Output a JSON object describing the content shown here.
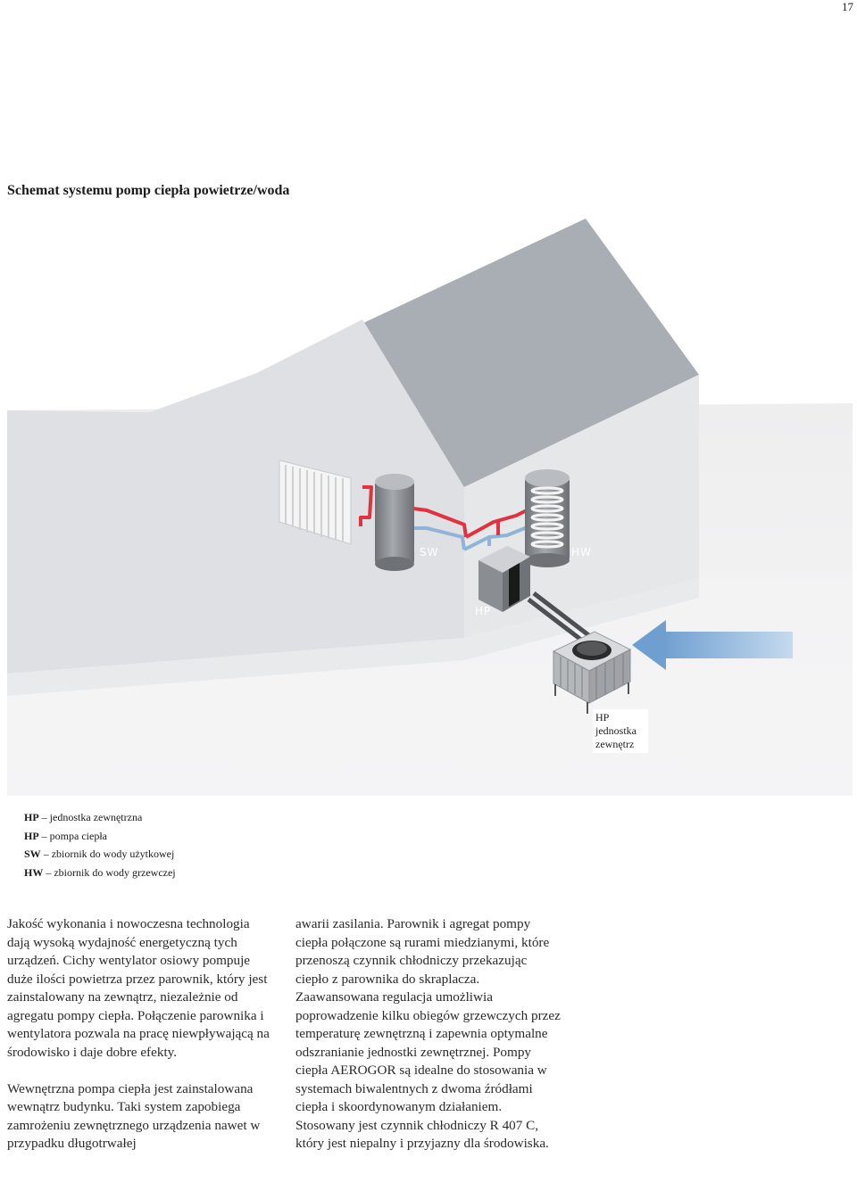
{
  "page_number": "17",
  "heading": "Schemat systemu pomp ciepła powietrze/woda",
  "figure": {
    "label_sw": "SW",
    "label_hw": "HW",
    "label_hp": "HP",
    "callout_line1": "HP",
    "callout_line2": "jednostka",
    "callout_line3": "zewnętrz",
    "colors": {
      "roof": "#a7acb2",
      "wall": "#e2e3e5",
      "ground": "#f0f0f1",
      "hot_pipe": "#e0323f",
      "cold_pipe": "#8fb4d8",
      "arrow": "#8fb4dc",
      "tank": "#8c8f93"
    }
  },
  "legend": [
    {
      "abbr": "HP",
      "text": "– jednostka zewnętrzna"
    },
    {
      "abbr": "HP",
      "text": "– pompa ciepła"
    },
    {
      "abbr": "SW",
      "text": "– zbiornik do wody użytkowej"
    },
    {
      "abbr": "HW",
      "text": "– zbiornik do wody grzewczej"
    }
  ],
  "body": {
    "left_p1": "Jakość wykonania i nowoczesna technologia dają wysoką wydajność energetyczną tych urządzeń. Cichy wentylator osiowy pompuje duże ilości powietrza przez parownik, który jest zainstalowany na zewnątrz, niezależnie od agregatu pompy ciepła. Połączenie parownika i wentylatora pozwala na pracę niewpływającą na środowisko i daje dobre efekty.",
    "left_p2": "Wewnętrzna pompa ciepła jest zainstalowana wewnątrz budynku. Taki system zapobiega zamrożeniu zewnętrznego urządzenia nawet w przypadku długotrwałej",
    "right_p1": "awarii zasilania. Parownik i agregat pompy ciepła połączone są rurami miedzianymi, które przenoszą czynnik chłodniczy przekazując ciepło z parownika do skraplacza. Zaawansowana regulacja umożliwia poprowadzenie kilku obiegów grzewczych przez temperaturę zewnętrzną i zapewnia optymalne odszranianie jednostki zewnętrznej. Pompy ciepła AEROGOR są idealne do stosowania w systemach biwalentnych z dwoma źródłami ciepła i skoordynowanym działaniem. Stosowany jest czynnik chłodniczy R 407 C, który jest niepalny i przyjazny dla środowiska."
  }
}
